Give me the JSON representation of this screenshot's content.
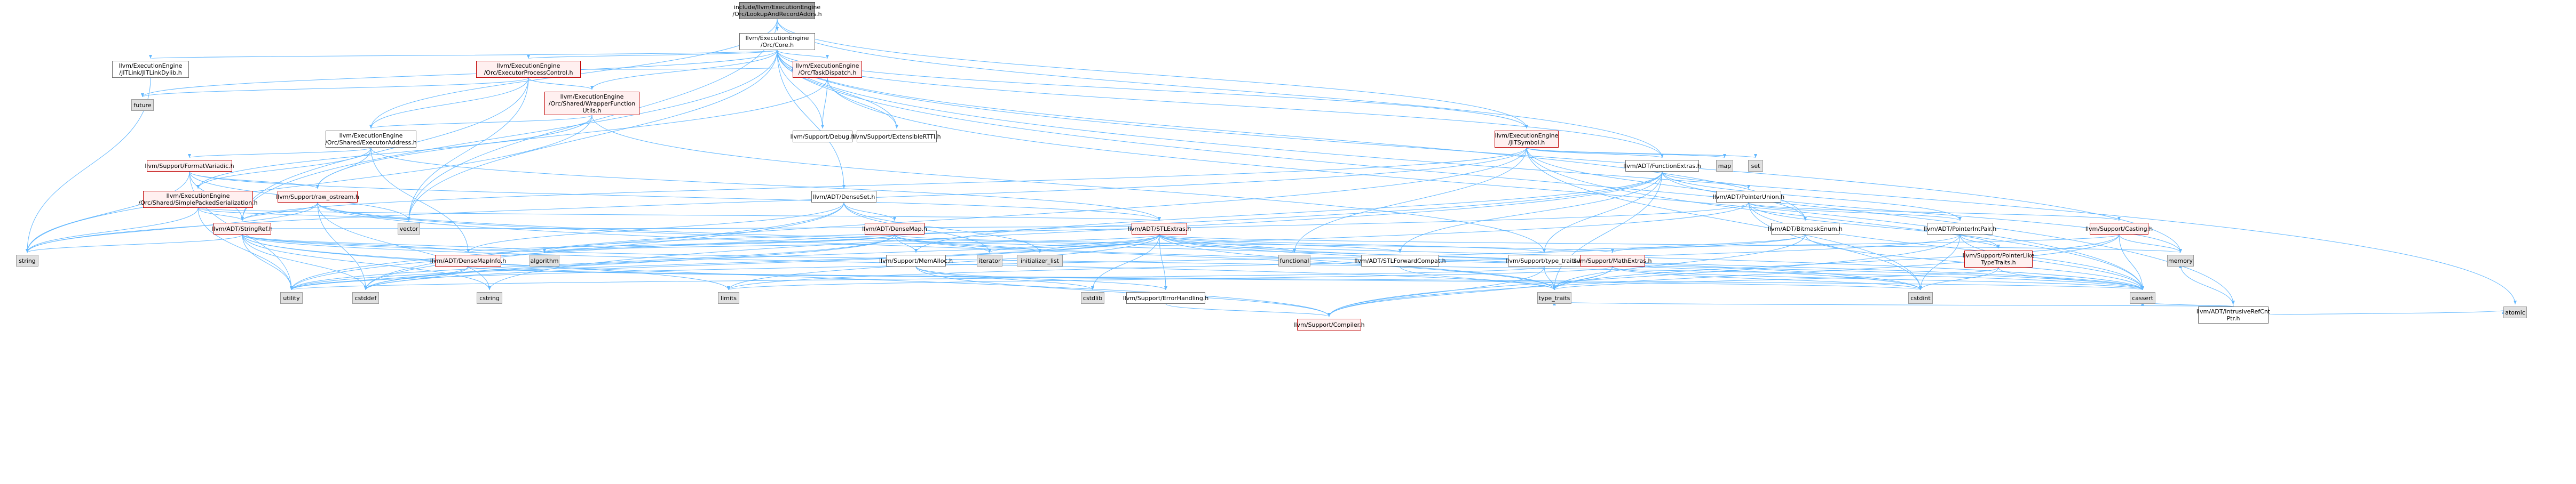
{
  "diagram": {
    "edge_color": "#63b8ff",
    "nodes": [
      {
        "id": "root",
        "lines": [
          "include/llvm/ExecutionEngine",
          "/Orc/LookupAndRecordAddrs.h"
        ],
        "style": "root"
      },
      {
        "id": "core",
        "lines": [
          "llvm/ExecutionEngine",
          "/Orc/Core.h"
        ],
        "style": "white"
      },
      {
        "id": "jitlink",
        "lines": [
          "llvm/ExecutionEngine",
          "/JITLink/JITLinkDylib.h"
        ],
        "style": "white"
      },
      {
        "id": "epc",
        "lines": [
          "llvm/ExecutionEngine",
          "/Orc/ExecutorProcessControl.h"
        ],
        "style": "red"
      },
      {
        "id": "wrapper",
        "lines": [
          "llvm/ExecutionEngine",
          "/Orc/Shared/WrapperFunction",
          "Utils.h"
        ],
        "style": "red"
      },
      {
        "id": "taskdispatch",
        "lines": [
          "llvm/ExecutionEngine",
          "/Orc/TaskDispatch.h"
        ],
        "style": "red"
      },
      {
        "id": "execaddr",
        "lines": [
          "llvm/ExecutionEngine",
          "/Orc/Shared/ExecutorAddress.h"
        ],
        "style": "white"
      },
      {
        "id": "jitsymbol",
        "lines": [
          "llvm/ExecutionEngine",
          "/JITSymbol.h"
        ],
        "style": "red"
      },
      {
        "id": "intrusive",
        "lines": [
          "llvm/ADT/IntrusiveRefCnt",
          "Ptr.h"
        ],
        "style": "white"
      },
      {
        "id": "debug",
        "lines": [
          "llvm/Support/Debug.h"
        ],
        "style": "white"
      },
      {
        "id": "extensible",
        "lines": [
          "llvm/Support/ExtensibleRTTI.h"
        ],
        "style": "white"
      },
      {
        "id": "formatvariadic",
        "lines": [
          "llvm/Support/FormatVariadic.h"
        ],
        "style": "red"
      },
      {
        "id": "functionextras",
        "lines": [
          "llvm/ADT/FunctionExtras.h"
        ],
        "style": "white"
      },
      {
        "id": "simplepacked",
        "lines": [
          "llvm/ExecutionEngine",
          "/Orc/Shared/SimplePackedSerialization.h"
        ],
        "style": "red"
      },
      {
        "id": "ostream",
        "lines": [
          "llvm/Support/raw_ostream.h"
        ],
        "style": "red"
      },
      {
        "id": "denseset",
        "lines": [
          "llvm/ADT/DenseSet.h"
        ],
        "style": "white"
      },
      {
        "id": "pointerunion",
        "lines": [
          "llvm/ADT/PointerUnion.h"
        ],
        "style": "white"
      },
      {
        "id": "densemap",
        "lines": [
          "llvm/ADT/DenseMap.h"
        ],
        "style": "red"
      },
      {
        "id": "stringref",
        "lines": [
          "llvm/ADT/StringRef.h"
        ],
        "style": "red"
      },
      {
        "id": "stlextras",
        "lines": [
          "llvm/ADT/STLExtras.h"
        ],
        "style": "red"
      },
      {
        "id": "bitmaskenum",
        "lines": [
          "llvm/ADT/BitmaskEnum.h"
        ],
        "style": "white"
      },
      {
        "id": "pointerintpair",
        "lines": [
          "llvm/ADT/PointerIntPair.h"
        ],
        "style": "white"
      },
      {
        "id": "casting",
        "lines": [
          "llvm/Support/Casting.h"
        ],
        "style": "red"
      },
      {
        "id": "densemapinfo",
        "lines": [
          "llvm/ADT/DenseMapInfo.h"
        ],
        "style": "red"
      },
      {
        "id": "memalloc",
        "lines": [
          "llvm/Support/MemAlloc.h"
        ],
        "style": "white"
      },
      {
        "id": "stlforward",
        "lines": [
          "llvm/ADT/STLForwardCompat.h"
        ],
        "style": "white"
      },
      {
        "id": "typetraits_h",
        "lines": [
          "llvm/Support/type_traits.h"
        ],
        "style": "white"
      },
      {
        "id": "mathextras",
        "lines": [
          "llvm/Support/MathExtras.h"
        ],
        "style": "red"
      },
      {
        "id": "ptrlike",
        "lines": [
          "llvm/Support/PointerLike",
          "TypeTraits.h"
        ],
        "style": "red"
      },
      {
        "id": "errorhandling",
        "lines": [
          "llvm/Support/ErrorHandling.h"
        ],
        "style": "white"
      },
      {
        "id": "compiler",
        "lines": [
          "llvm/Support/Compiler.h"
        ],
        "style": "red"
      },
      {
        "id": "future",
        "lines": [
          "future"
        ],
        "style": "grey"
      },
      {
        "id": "string",
        "lines": [
          "string"
        ],
        "style": "grey"
      },
      {
        "id": "vector",
        "lines": [
          "vector"
        ],
        "style": "grey"
      },
      {
        "id": "map",
        "lines": [
          "map"
        ],
        "style": "grey"
      },
      {
        "id": "set",
        "lines": [
          "set"
        ],
        "style": "grey"
      },
      {
        "id": "memory",
        "lines": [
          "memory"
        ],
        "style": "grey"
      },
      {
        "id": "atomic",
        "lines": [
          "atomic"
        ],
        "style": "grey"
      },
      {
        "id": "algorithm",
        "lines": [
          "algorithm"
        ],
        "style": "grey"
      },
      {
        "id": "iterator",
        "lines": [
          "iterator"
        ],
        "style": "grey"
      },
      {
        "id": "initlist",
        "lines": [
          "initializer_list"
        ],
        "style": "grey"
      },
      {
        "id": "functional",
        "lines": [
          "functional"
        ],
        "style": "grey"
      },
      {
        "id": "utility",
        "lines": [
          "utility"
        ],
        "style": "grey"
      },
      {
        "id": "cstddef",
        "lines": [
          "cstddef"
        ],
        "style": "grey"
      },
      {
        "id": "cstring",
        "lines": [
          "cstring"
        ],
        "style": "grey"
      },
      {
        "id": "limits",
        "lines": [
          "limits"
        ],
        "style": "grey"
      },
      {
        "id": "cstdlib",
        "lines": [
          "cstdlib"
        ],
        "style": "grey"
      },
      {
        "id": "typetraits",
        "lines": [
          "type_traits"
        ],
        "style": "grey"
      },
      {
        "id": "cstdint",
        "lines": [
          "cstdint"
        ],
        "style": "grey"
      },
      {
        "id": "cassert",
        "lines": [
          "cassert"
        ],
        "style": "grey"
      }
    ],
    "edges": [
      [
        "root",
        "core"
      ],
      [
        "root",
        "execaddr"
      ],
      [
        "root",
        "vector"
      ],
      [
        "root",
        "functionextras"
      ],
      [
        "root",
        "jitsymbol"
      ],
      [
        "core",
        "jitlink"
      ],
      [
        "core",
        "epc"
      ],
      [
        "core",
        "wrapper"
      ],
      [
        "core",
        "taskdispatch"
      ],
      [
        "core",
        "jitsymbol"
      ],
      [
        "core",
        "intrusive"
      ],
      [
        "core",
        "debug"
      ],
      [
        "core",
        "extensible"
      ],
      [
        "core",
        "functionextras"
      ],
      [
        "core",
        "denseset"
      ],
      [
        "core",
        "future"
      ],
      [
        "core",
        "memory"
      ],
      [
        "core",
        "atomic"
      ],
      [
        "core",
        "vector"
      ],
      [
        "core",
        "bitmaskenum"
      ],
      [
        "core",
        "stringref"
      ],
      [
        "jitlink",
        "string"
      ],
      [
        "epc",
        "wrapper"
      ],
      [
        "epc",
        "taskdispatch"
      ],
      [
        "epc",
        "execaddr"
      ],
      [
        "epc",
        "future"
      ],
      [
        "epc",
        "vector"
      ],
      [
        "epc",
        "stringref"
      ],
      [
        "wrapper",
        "execaddr"
      ],
      [
        "wrapper",
        "simplepacked"
      ],
      [
        "wrapper",
        "string"
      ],
      [
        "wrapper",
        "typetraits_h"
      ],
      [
        "taskdispatch",
        "debug"
      ],
      [
        "taskdispatch",
        "extensible"
      ],
      [
        "taskdispatch",
        "ostream"
      ],
      [
        "taskdispatch",
        "cassert"
      ],
      [
        "execaddr",
        "formatvariadic"
      ],
      [
        "execaddr",
        "simplepacked"
      ],
      [
        "execaddr",
        "ostream"
      ],
      [
        "execaddr",
        "densemapinfo"
      ],
      [
        "execaddr",
        "stlextras"
      ],
      [
        "jitsymbol",
        "functionextras"
      ],
      [
        "jitsymbol",
        "map"
      ],
      [
        "jitsymbol",
        "set"
      ],
      [
        "jitsymbol",
        "string"
      ],
      [
        "jitsymbol",
        "functional"
      ],
      [
        "jitsymbol",
        "cassert"
      ],
      [
        "jitsymbol",
        "cstddef"
      ],
      [
        "jitsymbol",
        "cstdint"
      ],
      [
        "jitsymbol",
        "bitmaskenum"
      ],
      [
        "jitsymbol",
        "stringref"
      ],
      [
        "intrusive",
        "memory"
      ],
      [
        "intrusive",
        "atomic"
      ],
      [
        "intrusive",
        "cassert"
      ],
      [
        "intrusive",
        "typetraits"
      ],
      [
        "functionextras",
        "pointerunion"
      ],
      [
        "functionextras",
        "pointerintpair"
      ],
      [
        "functionextras",
        "stlforward"
      ],
      [
        "functionextras",
        "memalloc"
      ],
      [
        "functionextras",
        "typetraits_h"
      ],
      [
        "functionextras",
        "memory"
      ],
      [
        "functionextras",
        "typetraits"
      ],
      [
        "functionextras",
        "cstring"
      ],
      [
        "functionextras",
        "utility"
      ],
      [
        "formatvariadic",
        "stringref"
      ],
      [
        "formatvariadic",
        "stlextras"
      ],
      [
        "formatvariadic",
        "ostream"
      ],
      [
        "formatvariadic",
        "string"
      ],
      [
        "formatvariadic",
        "vector"
      ],
      [
        "formatvariadic",
        "utility"
      ],
      [
        "simplepacked",
        "stringref"
      ],
      [
        "simplepacked",
        "stlextras"
      ],
      [
        "simplepacked",
        "vector"
      ],
      [
        "simplepacked",
        "string"
      ],
      [
        "simplepacked",
        "utility"
      ],
      [
        "ostream",
        "stringref"
      ],
      [
        "ostream",
        "cassert"
      ],
      [
        "ostream",
        "cstddef"
      ],
      [
        "ostream",
        "cstdint"
      ],
      [
        "ostream",
        "cstring"
      ],
      [
        "ostream",
        "string"
      ],
      [
        "ostream",
        "typetraits"
      ],
      [
        "denseset",
        "densemap"
      ],
      [
        "denseset",
        "densemapinfo"
      ],
      [
        "denseset",
        "initlist"
      ],
      [
        "denseset",
        "iterator"
      ],
      [
        "denseset",
        "cstddef"
      ],
      [
        "denseset",
        "utility"
      ],
      [
        "pointerunion",
        "pointerintpair"
      ],
      [
        "pointerunion",
        "casting"
      ],
      [
        "pointerunion",
        "ptrlike"
      ],
      [
        "pointerunion",
        "cassert"
      ],
      [
        "pointerunion",
        "cstddef"
      ],
      [
        "pointerunion",
        "cstdint"
      ],
      [
        "pointerunion",
        "algorithm"
      ],
      [
        "densemap",
        "densemapinfo"
      ],
      [
        "densemap",
        "memalloc"
      ],
      [
        "densemap",
        "mathextras"
      ],
      [
        "densemap",
        "algorithm"
      ],
      [
        "densemap",
        "iterator"
      ],
      [
        "densemap",
        "initlist"
      ],
      [
        "densemap",
        "utility"
      ],
      [
        "densemap",
        "cassert"
      ],
      [
        "densemap",
        "cstddef"
      ],
      [
        "stringref",
        "densemapinfo"
      ],
      [
        "stringref",
        "stlextras"
      ],
      [
        "stringref",
        "compiler"
      ],
      [
        "stringref",
        "algorithm"
      ],
      [
        "stringref",
        "cassert"
      ],
      [
        "stringref",
        "cstddef"
      ],
      [
        "stringref",
        "cstring"
      ],
      [
        "stringref",
        "limits"
      ],
      [
        "stringref",
        "string"
      ],
      [
        "stringref",
        "typetraits"
      ],
      [
        "stringref",
        "utility"
      ],
      [
        "stlextras",
        "stlforward"
      ],
      [
        "stlextras",
        "typetraits_h"
      ],
      [
        "stlextras",
        "errorhandling"
      ],
      [
        "stlextras",
        "algorithm"
      ],
      [
        "stlextras",
        "cassert"
      ],
      [
        "stlextras",
        "cstddef"
      ],
      [
        "stlextras",
        "cstdint"
      ],
      [
        "stlextras",
        "cstdlib"
      ],
      [
        "stlextras",
        "functional"
      ],
      [
        "stlextras",
        "initlist"
      ],
      [
        "stlextras",
        "iterator"
      ],
      [
        "stlextras",
        "limits"
      ],
      [
        "stlextras",
        "memory"
      ],
      [
        "stlextras",
        "typetraits"
      ],
      [
        "stlextras",
        "utility"
      ],
      [
        "bitmaskenum",
        "mathextras"
      ],
      [
        "bitmaskenum",
        "cassert"
      ],
      [
        "bitmaskenum",
        "typetraits"
      ],
      [
        "bitmaskenum",
        "utility"
      ],
      [
        "pointerintpair",
        "ptrlike"
      ],
      [
        "pointerintpair",
        "compiler"
      ],
      [
        "pointerintpair",
        "cassert"
      ],
      [
        "pointerintpair",
        "cstdint"
      ],
      [
        "pointerintpair",
        "limits"
      ],
      [
        "casting",
        "typetraits_h"
      ],
      [
        "casting",
        "compiler"
      ],
      [
        "casting",
        "cassert"
      ],
      [
        "casting",
        "memory"
      ],
      [
        "casting",
        "typetraits"
      ],
      [
        "densemapinfo",
        "cassert"
      ],
      [
        "densemapinfo",
        "cstddef"
      ],
      [
        "densemapinfo",
        "cstdint"
      ],
      [
        "densemapinfo",
        "utility"
      ],
      [
        "memalloc",
        "compiler"
      ],
      [
        "memalloc",
        "errorhandling"
      ],
      [
        "memalloc",
        "cstdlib"
      ],
      [
        "stlforward",
        "typetraits"
      ],
      [
        "typetraits_h",
        "compiler"
      ],
      [
        "typetraits_h",
        "typetraits"
      ],
      [
        "typetraits_h",
        "utility"
      ],
      [
        "mathextras",
        "compiler"
      ],
      [
        "mathextras",
        "cassert"
      ],
      [
        "mathextras",
        "cstdint"
      ],
      [
        "mathextras",
        "limits"
      ],
      [
        "mathextras",
        "typetraits"
      ],
      [
        "ptrlike",
        "cassert"
      ],
      [
        "ptrlike",
        "cstdint"
      ],
      [
        "ptrlike",
        "typetraits"
      ],
      [
        "errorhandling",
        "compiler"
      ]
    ]
  }
}
